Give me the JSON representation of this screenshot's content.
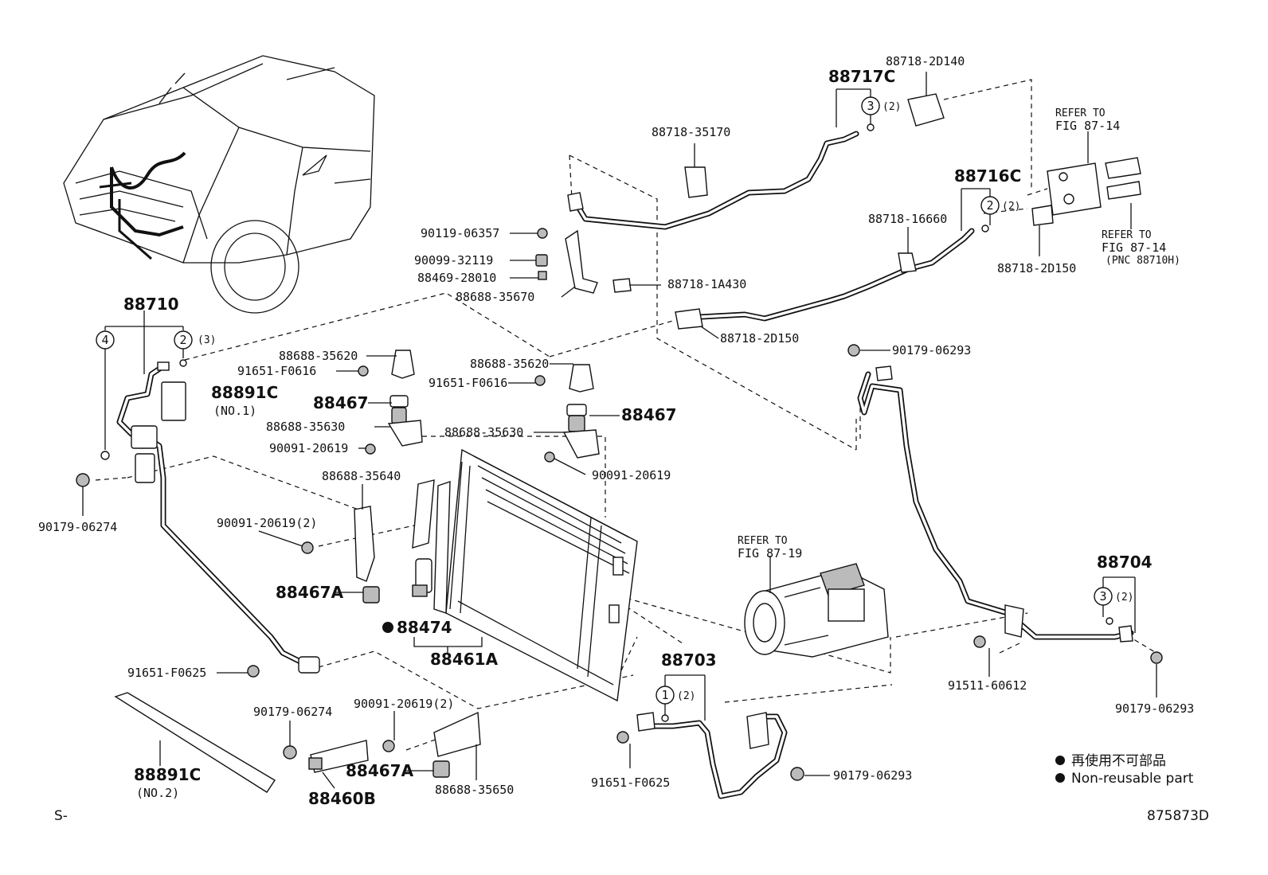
{
  "labels": {
    "p88710": "88710",
    "p88891C_1": "88891C",
    "no1": "(NO.1)",
    "p90179_06274_a": "90179-06274",
    "p88688_35620_a": "88688-35620",
    "p91651_F0616_a": "91651-F0616",
    "p88467_a": "88467",
    "p88688_35630_a": "88688-35630",
    "p90091_20619_a": "90091-20619",
    "p88688_35640": "88688-35640",
    "p90091_20619_2a": "90091-20619(2)",
    "p88467A_a": "88467A",
    "p88474": "88474",
    "p88461A": "88461A",
    "p91651_F0625_a": "91651-F0625",
    "p88891C_2": "88891C",
    "no2": "(NO.2)",
    "p90179_06274_b": "90179-06274",
    "p90091_20619_2b": "90091-20619(2)",
    "p88467A_b": "88467A",
    "p88460B": "88460B",
    "p88688_35650": "88688-35650",
    "p88688_35620_b": "88688-35620",
    "p91651_F0616_b": "91651-F0616",
    "p88467_b": "88467",
    "p88688_35630_b": "88688-35630",
    "p90091_20619_b": "90091-20619",
    "p90119_06357": "90119-06357",
    "p90099_32119": "90099-32119",
    "p88469_28010": "88469-28010",
    "p88688_35670": "88688-35670",
    "p88718_1A430": "88718-1A430",
    "p88718_35170": "88718-35170",
    "p88717C": "88717C",
    "p88718_2D140": "88718-2D140",
    "p88716C": "88716C",
    "p88718_16660": "88718-16660",
    "p88718_2D150_a": "88718-2D150",
    "p88718_2D150_b": "88718-2D150",
    "refer_to_1": "REFER TO",
    "fig_87_14_a": "FIG 87-14",
    "refer_to_2": "REFER TO",
    "fig_87_14_b": "FIG 87-14",
    "pnc": "(PNC 88710H)",
    "p90179_06293_a": "90179-06293",
    "refer_to_3": "REFER TO",
    "fig_87_19": "FIG 87-19",
    "p88704": "88704",
    "p91511_60612": "91511-60612",
    "p90179_06293_b": "90179-06293",
    "p88703": "88703",
    "p91651_F0625_b": "91651-F0625",
    "p90179_06293_c": "90179-06293",
    "qty_2": "(2)",
    "qty_3": "(3)",
    "c1": "1",
    "c2": "2",
    "c3": "3",
    "c4": "4"
  },
  "legend": {
    "line1": "再使用不可部品",
    "line2": "Non-reusable part"
  },
  "footer": {
    "left": "S-",
    "code": "875873D"
  }
}
